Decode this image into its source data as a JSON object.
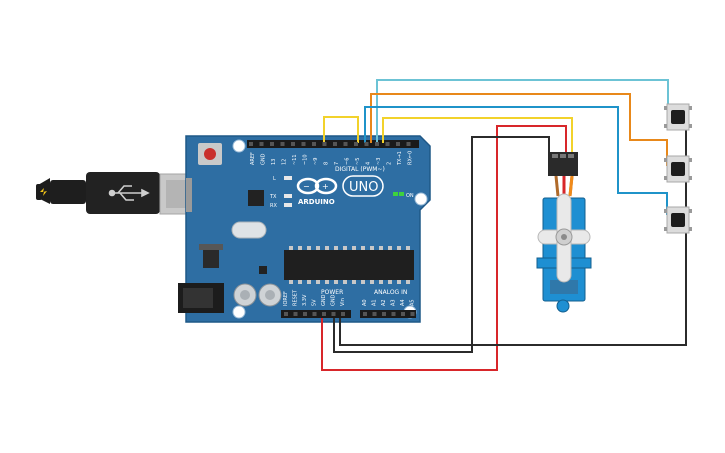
{
  "board": {
    "brand": "ARDUINO",
    "model": "UNO",
    "digital_header": "DIGITAL (PWM~)",
    "power_header": "POWER",
    "analog_header": "ANALOG IN",
    "on_label": "ON",
    "led_l": "L",
    "led_tx": "TX",
    "led_rx": "RX",
    "digital_pins": [
      "AREF",
      "GND",
      "13",
      "12",
      "~11",
      "~10",
      "~9",
      "8",
      "7",
      "~6",
      "~5",
      "4",
      "~3",
      "2",
      "TX→1",
      "RX←0"
    ],
    "power_pins": [
      "IOREF",
      "RESET",
      "3.3V",
      "5V",
      "GND",
      "GND",
      "Vin"
    ],
    "analog_pins": [
      "A0",
      "A1",
      "A2",
      "A3",
      "A4",
      "A5"
    ]
  },
  "components": {
    "usb_cable": "usb-cable",
    "servo": "micro-servo",
    "buttons": [
      "pushbutton-top",
      "pushbutton-middle",
      "pushbutton-bottom"
    ]
  },
  "colors": {
    "board": "#2e6ea3",
    "wire_cyan": "#6cc3d5",
    "wire_orange": "#e8881a",
    "wire_blue": "#1f93c9",
    "wire_yellow": "#f2d22b",
    "wire_red": "#d8262a",
    "wire_black": "#2b2b2b"
  }
}
